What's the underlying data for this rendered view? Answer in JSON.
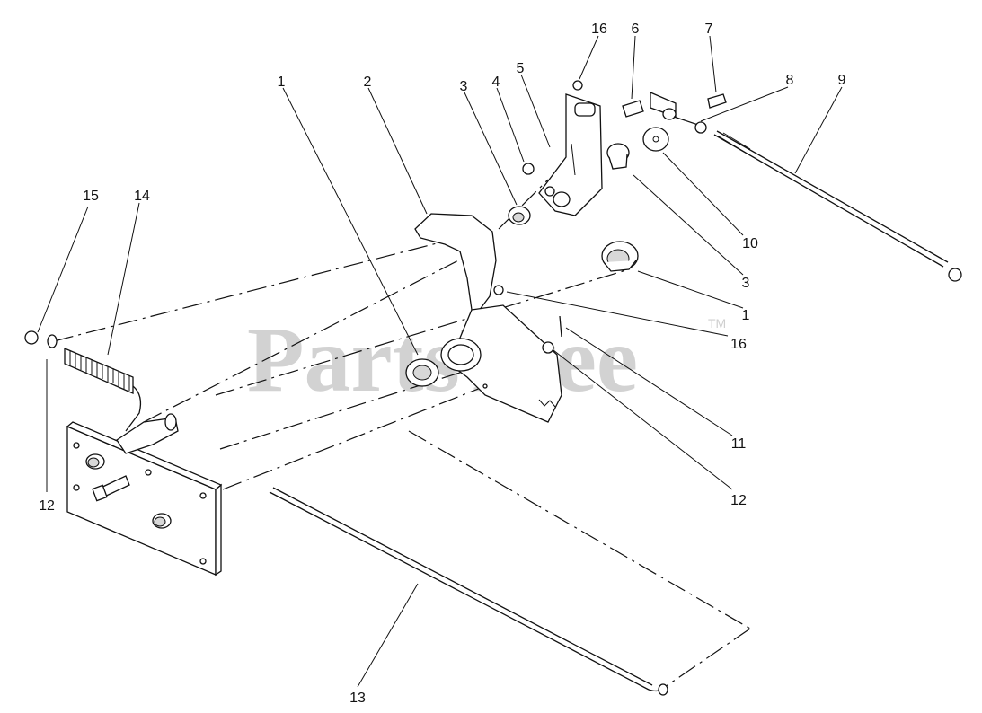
{
  "watermark": {
    "text": "PartsTree",
    "trademark": "TM"
  },
  "callouts": [
    {
      "label": "1"
    },
    {
      "label": "2"
    },
    {
      "label": "3"
    },
    {
      "label": "4"
    },
    {
      "label": "5"
    },
    {
      "label": "16"
    },
    {
      "label": "6"
    },
    {
      "label": "7"
    },
    {
      "label": "8"
    },
    {
      "label": "9"
    },
    {
      "label": "10"
    },
    {
      "label": "3"
    },
    {
      "label": "1"
    },
    {
      "label": "16"
    },
    {
      "label": "11"
    },
    {
      "label": "12"
    },
    {
      "label": "15"
    },
    {
      "label": "14"
    },
    {
      "label": "12"
    },
    {
      "label": "13"
    }
  ]
}
